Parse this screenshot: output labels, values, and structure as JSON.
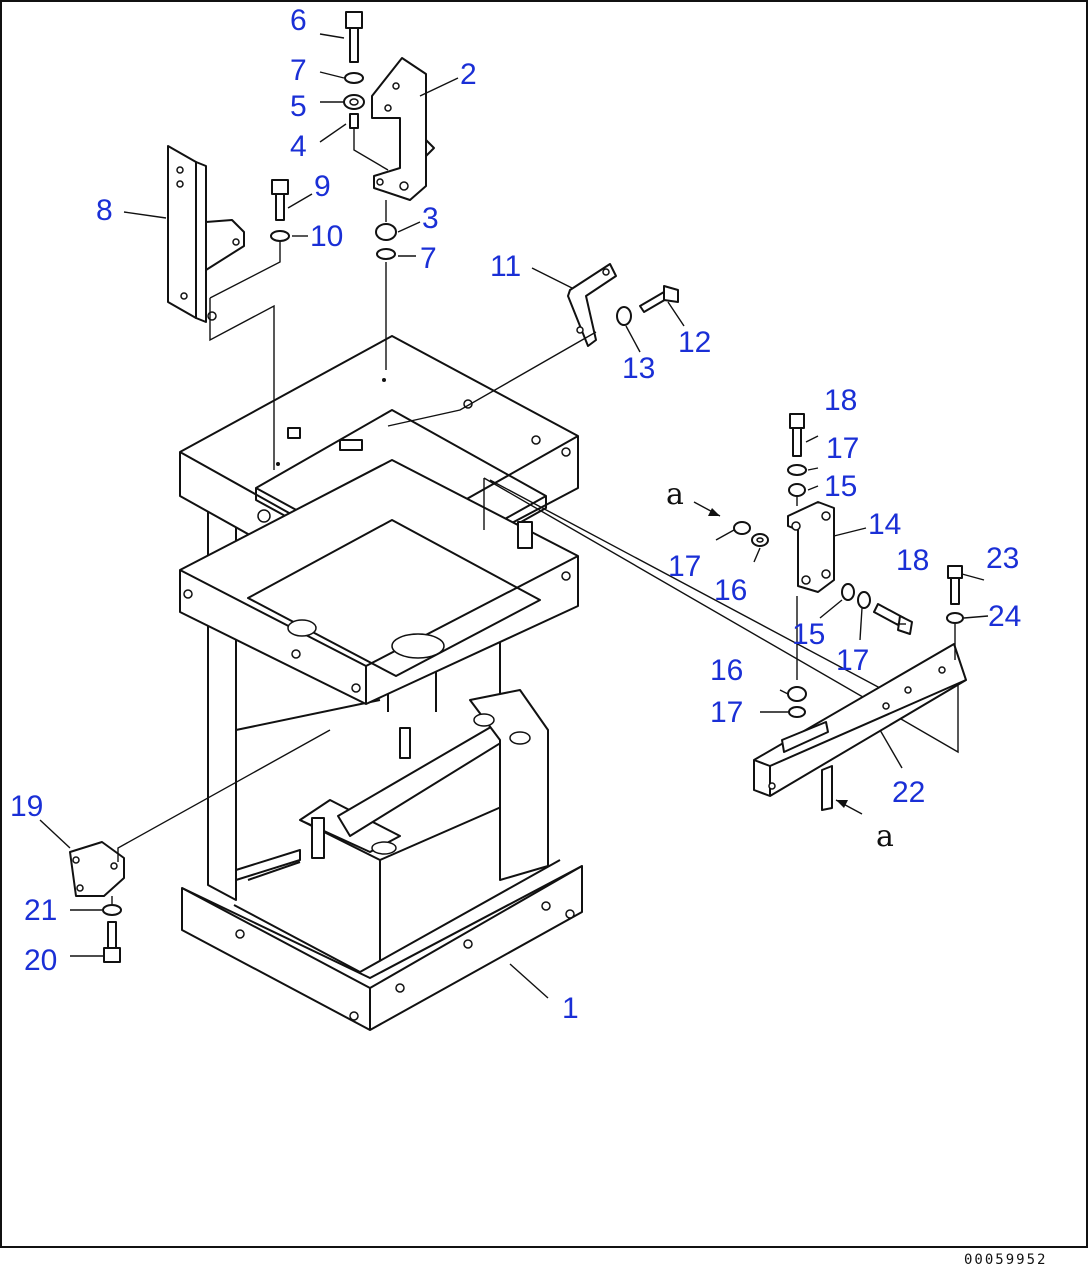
{
  "callouts": {
    "n1": "1",
    "n2": "2",
    "n3": "3",
    "n4": "4",
    "n5": "5",
    "n6": "6",
    "n7a": "7",
    "n7b": "7",
    "n8": "8",
    "n9": "9",
    "n10": "10",
    "n11": "11",
    "n12": "12",
    "n13": "13",
    "n14": "14",
    "n15a": "15",
    "n15b": "15",
    "n16a": "16",
    "n16b": "16",
    "n17a": "17",
    "n17b": "17",
    "n17c": "17",
    "n17d": "17",
    "n18a": "18",
    "n18b": "18",
    "n19": "19",
    "n20": "20",
    "n21": "21",
    "n22": "22",
    "n23": "23",
    "n24": "24"
  },
  "ref_marks": {
    "a_top": "a",
    "a_bottom": "a"
  },
  "drawing_number": "00059952",
  "colors": {
    "callout": "#1a2fd6",
    "line": "#111111",
    "background": "#ffffff"
  }
}
